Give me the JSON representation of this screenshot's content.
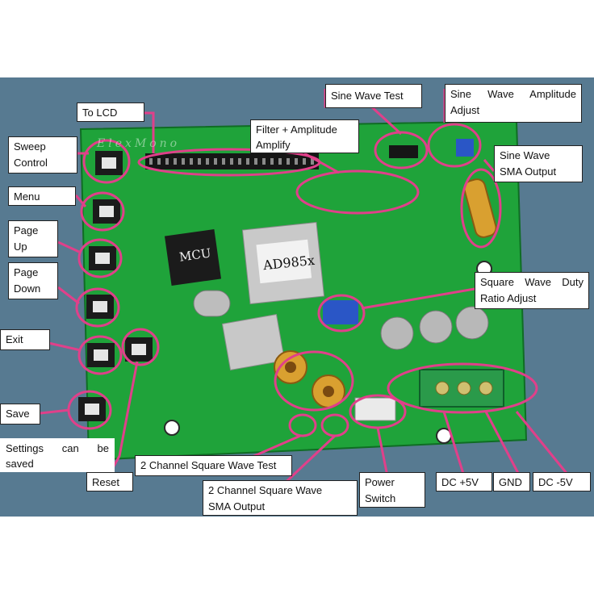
{
  "board": {
    "chip_mcu": "MCU",
    "chip_dds": "AD985x",
    "watermark": "ElexMono"
  },
  "labels": {
    "to_lcd": "To LCD",
    "sine_wave_test": "Sine Wave Test",
    "sine_amp_line1": "Sine Wave Amplitude",
    "sine_amp_line2": "Adjust",
    "filter_line1": "Filter + Amplitude",
    "filter_line2": "Amplify",
    "sweep_line1": "Sweep",
    "sweep_line2": "Control",
    "sine_sma_line1": "Sine Wave",
    "sine_sma_line2": "SMA Output",
    "menu": "Menu",
    "page_up_line1": "Page",
    "page_up_line2": "Up",
    "page_down_line1": "Page",
    "page_down_line2": "Down",
    "square_duty_line1": "Square Wave Duty",
    "square_duty_line2": "Ratio Adjust",
    "exit": "Exit",
    "save": "Save",
    "settings_line1": "Settings can be",
    "settings_line2": "saved",
    "reset": "Reset",
    "two_ch_test": "2 Channel Square Wave Test",
    "two_ch_sma_line1": "2 Channel Square Wave",
    "two_ch_sma_line2": "SMA Output",
    "power_line1": "Power",
    "power_line2": "Switch",
    "dc_plus5": "DC +5V",
    "gnd": "GND",
    "dc_minus5": "DC -5V"
  },
  "colors": {
    "pcb_green": "#1fa33a",
    "background_blue": "#577a91",
    "leader": "#e0408a"
  }
}
